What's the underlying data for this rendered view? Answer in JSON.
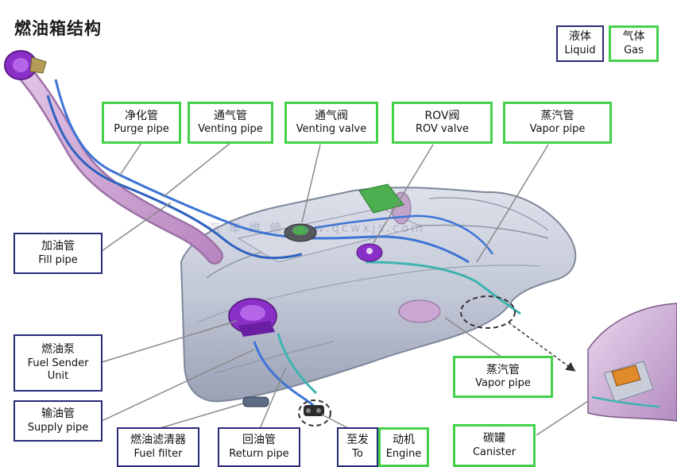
{
  "title": "燃油箱结构",
  "legend": {
    "liquid": {
      "zh": "液体",
      "en": "Liquid",
      "color": "#2a2a78"
    },
    "gas": {
      "zh": "气体",
      "en": "Gas",
      "color": "#43d14a"
    }
  },
  "watermark": "汽 车 维 修 www.qcwxjs.com",
  "labels": {
    "purge_pipe": {
      "zh": "净化管",
      "en": "Purge pipe"
    },
    "venting_pipe": {
      "zh": "通气管",
      "en": "Venting pipe"
    },
    "venting_valve": {
      "zh": "通气阀",
      "en": "Venting valve"
    },
    "rov_valve": {
      "zh": "ROV阀",
      "en": "ROV valve"
    },
    "vapor_pipe_top": {
      "zh": "蒸汽管",
      "en": "Vapor pipe"
    },
    "fill_pipe": {
      "zh": "加油管",
      "en": "Fill pipe"
    },
    "fuel_sender": {
      "zh": "燃油泵",
      "en1": "Fuel Sender",
      "en2": "Unit"
    },
    "supply_pipe": {
      "zh": "输油管",
      "en": "Supply pipe"
    },
    "fuel_filter": {
      "zh": "燃油滤清器",
      "en": "Fuel filter"
    },
    "return_pipe": {
      "zh": "回油管",
      "en": "Return pipe"
    },
    "to_engine_left": {
      "zh": "至发",
      "en": "To"
    },
    "to_engine_right": {
      "zh": "动机",
      "en": "Engine"
    },
    "vapor_pipe_right": {
      "zh": "蒸汽管",
      "en": "Vapor pipe"
    },
    "canister": {
      "zh": "碳罐",
      "en": "Canister"
    }
  },
  "colors": {
    "tank": "#c7ccdb",
    "tank_edge": "#7f879c",
    "fill_neck": "#cfa3d4",
    "liquid_line": "#3d74d6",
    "vapor_line": "#3fb3b0",
    "component_purple": "#8b2fc9",
    "valve_green": "#4caf50",
    "canister_orange": "#e08a2c"
  }
}
